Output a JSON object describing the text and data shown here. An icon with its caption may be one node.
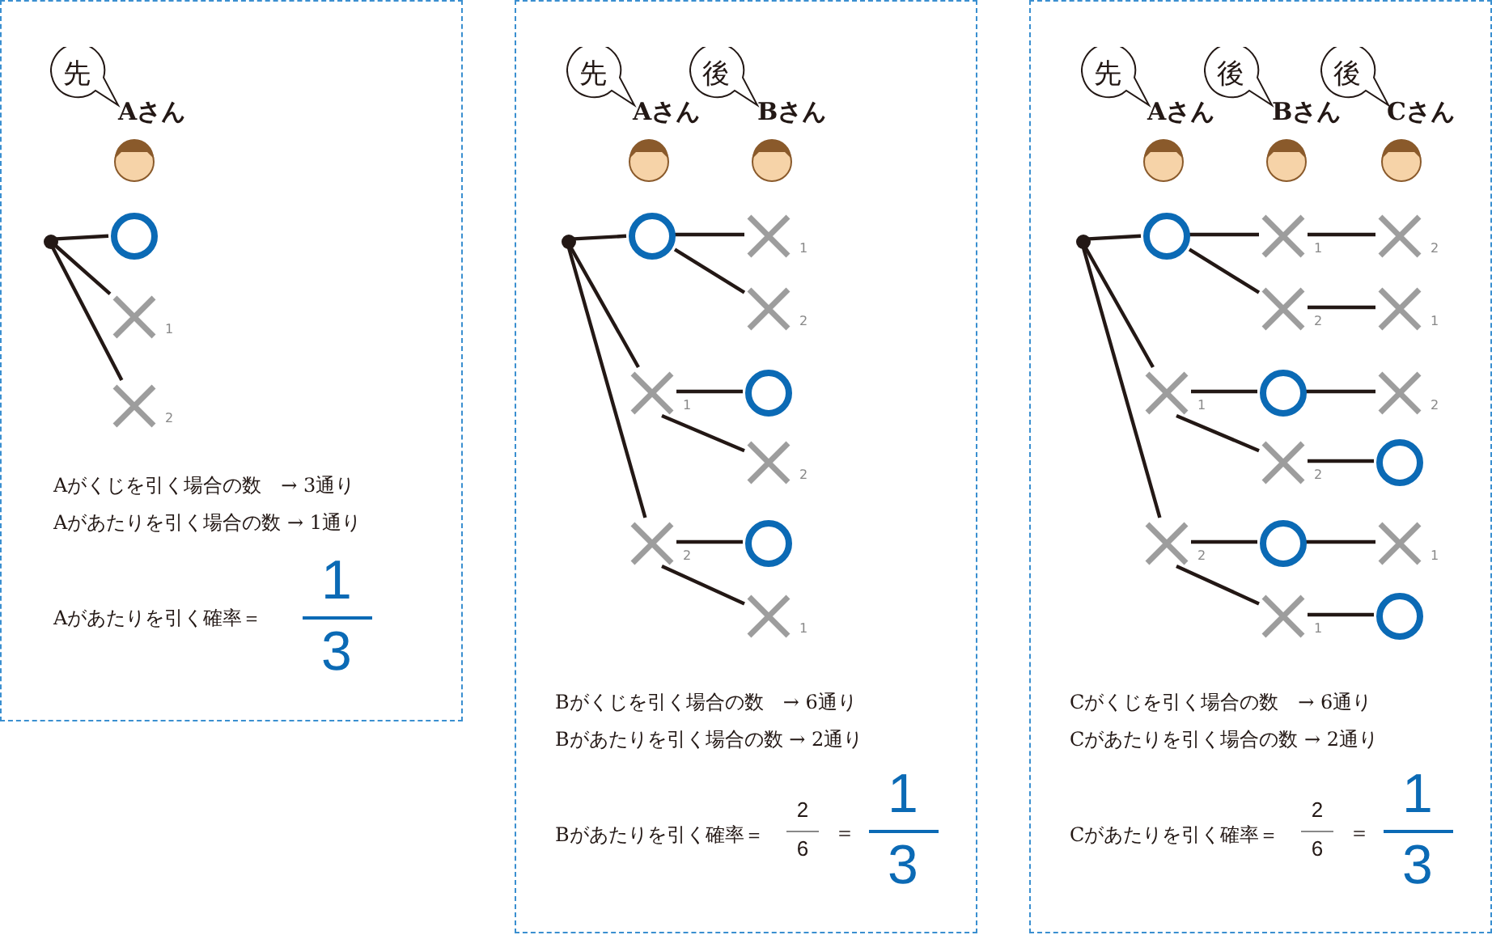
{
  "diagram": {
    "nodes": [
      {
        "text": [],
        "shape": "box"
      },
      {
        "text": [
          "先"
        ],
        "in": 0
      },
      {
        "text": [],
        "shape": "dot",
        "in": 0
      },
      {
        "text": [],
        "shape": "circle",
        "in": 0
      },
      {
        "text": [],
        "shape": "cross",
        "beside": [
          "1"
        ],
        "in": 0
      },
      {
        "text": [],
        "shape": "cross",
        "beside": [
          "2"
        ],
        "in": 0
      },
      {
        "text": [],
        "shape": "box"
      },
      {
        "text": [
          "先"
        ],
        "in": 6
      },
      {
        "text": [
          "後"
        ],
        "in": 6
      },
      {
        "text": [],
        "shape": "dot",
        "in": 6
      },
      {
        "text": [],
        "shape": "circle",
        "in": 6
      },
      {
        "text": [],
        "shape": "cross",
        "beside": [
          "1"
        ],
        "in": 6
      },
      {
        "text": [],
        "shape": "cross",
        "beside": [
          "2"
        ],
        "in": 6
      },
      {
        "text": [],
        "shape": "cross",
        "beside": [
          "1"
        ],
        "in": 6
      },
      {
        "text": [],
        "shape": "cross",
        "beside": [
          "2"
        ],
        "in": 6
      },
      {
        "text": [],
        "shape": "circle",
        "in": 6
      },
      {
        "text": [],
        "shape": "cross",
        "beside": [
          "2"
        ],
        "in": 6
      },
      {
        "text": [],
        "shape": "circle",
        "in": 6
      },
      {
        "text": [],
        "shape": "cross",
        "beside": [
          "1"
        ],
        "in": 6
      },
      {
        "text": [],
        "shape": "box"
      },
      {
        "text": [
          "先"
        ],
        "in": 19
      },
      {
        "text": [
          "後"
        ],
        "in": 19
      },
      {
        "text": [
          "後"
        ],
        "in": 19
      },
      {
        "text": [],
        "shape": "dot",
        "in": 19
      },
      {
        "text": [],
        "shape": "circle",
        "in": 19
      },
      {
        "text": [],
        "shape": "cross",
        "beside": [
          "1"
        ],
        "in": 19
      },
      {
        "text": [],
        "shape": "cross",
        "beside": [
          "2"
        ],
        "in": 19
      },
      {
        "text": [],
        "shape": "cross",
        "beside": [
          "1"
        ],
        "in": 19
      },
      {
        "text": [],
        "shape": "cross",
        "beside": [
          "2"
        ],
        "in": 19
      },
      {
        "text": [],
        "shape": "circle",
        "in": 19
      },
      {
        "text": [],
        "shape": "cross",
        "beside": [
          "2"
        ],
        "in": 19
      },
      {
        "text": [],
        "shape": "circle",
        "in": 19
      },
      {
        "text": [],
        "shape": "cross",
        "beside": [
          "1"
        ],
        "in": 19
      },
      {
        "text": [],
        "shape": "cross",
        "beside": [
          "2"
        ],
        "in": 19
      },
      {
        "text": [],
        "shape": "cross",
        "beside": [
          "1"
        ],
        "in": 19
      },
      {
        "text": [],
        "shape": "cross",
        "beside": [
          "2"
        ],
        "in": 19
      },
      {
        "text": [],
        "shape": "circle",
        "in": 19
      },
      {
        "text": [],
        "shape": "cross",
        "beside": [
          "1"
        ],
        "in": 19
      },
      {
        "text": [],
        "shape": "circle",
        "in": 19
      }
    ],
    "edges": [
      {
        "from": 2,
        "to": 3,
        "arrow": "none"
      },
      {
        "from": 2,
        "to": 4,
        "arrow": "none"
      },
      {
        "from": 2,
        "to": 5,
        "arrow": "none"
      },
      {
        "from": 9,
        "to": 10,
        "arrow": "none"
      },
      {
        "from": 9,
        "to": 11,
        "arrow": "none"
      },
      {
        "from": 9,
        "to": 12,
        "arrow": "none"
      },
      {
        "from": 10,
        "to": 13,
        "arrow": "none"
      },
      {
        "from": 10,
        "to": 14,
        "arrow": "none"
      },
      {
        "from": 11,
        "to": 15,
        "arrow": "none"
      },
      {
        "from": 11,
        "to": 16,
        "arrow": "none"
      },
      {
        "from": 12,
        "to": 17,
        "arrow": "none"
      },
      {
        "from": 12,
        "to": 18,
        "arrow": "none"
      },
      {
        "from": 23,
        "to": 24,
        "arrow": "none"
      },
      {
        "from": 23,
        "to": 25,
        "arrow": "none"
      },
      {
        "from": 23,
        "to": 26,
        "arrow": "none"
      },
      {
        "from": 24,
        "to": 27,
        "arrow": "none"
      },
      {
        "from": 24,
        "to": 28,
        "arrow": "none"
      },
      {
        "from": 25,
        "to": 29,
        "arrow": "none"
      },
      {
        "from": 25,
        "to": 30,
        "arrow": "none"
      },
      {
        "from": 26,
        "to": 31,
        "arrow": "none"
      },
      {
        "from": 26,
        "to": 32,
        "arrow": "none"
      },
      {
        "from": 27,
        "to": 33,
        "arrow": "none"
      },
      {
        "from": 28,
        "to": 34,
        "arrow": "none"
      },
      {
        "from": 29,
        "to": 35,
        "arrow": "none"
      },
      {
        "from": 30,
        "to": 36,
        "arrow": "none"
      },
      {
        "from": 31,
        "to": 37,
        "arrow": "none"
      },
      {
        "from": 32,
        "to": 38,
        "arrow": "none"
      }
    ],
    "labels": [
      "Aさん",
      "Aがくじを引く場合の数　→ 3通り",
      "Aがあたりを引く場合の数 → 1通り",
      "Aがあたりを引く確率＝",
      "1",
      "3",
      "Aさん",
      "Bさん",
      "Bがくじを引く場合の数　→ 6通り",
      "Bがあたりを引く場合の数 → 2通り",
      "Bがあたりを引く確率＝",
      "2",
      "6",
      "＝",
      "1",
      "3",
      "Aさん",
      "Bさん",
      "Cさん",
      "Cがくじを引く場合の数　→ 6通り",
      "Cがあたりを引く場合の数 → 2通り",
      "Cがあたりを引く確率＝",
      "2",
      "6",
      "＝",
      "1",
      "3"
    ]
  }
}
